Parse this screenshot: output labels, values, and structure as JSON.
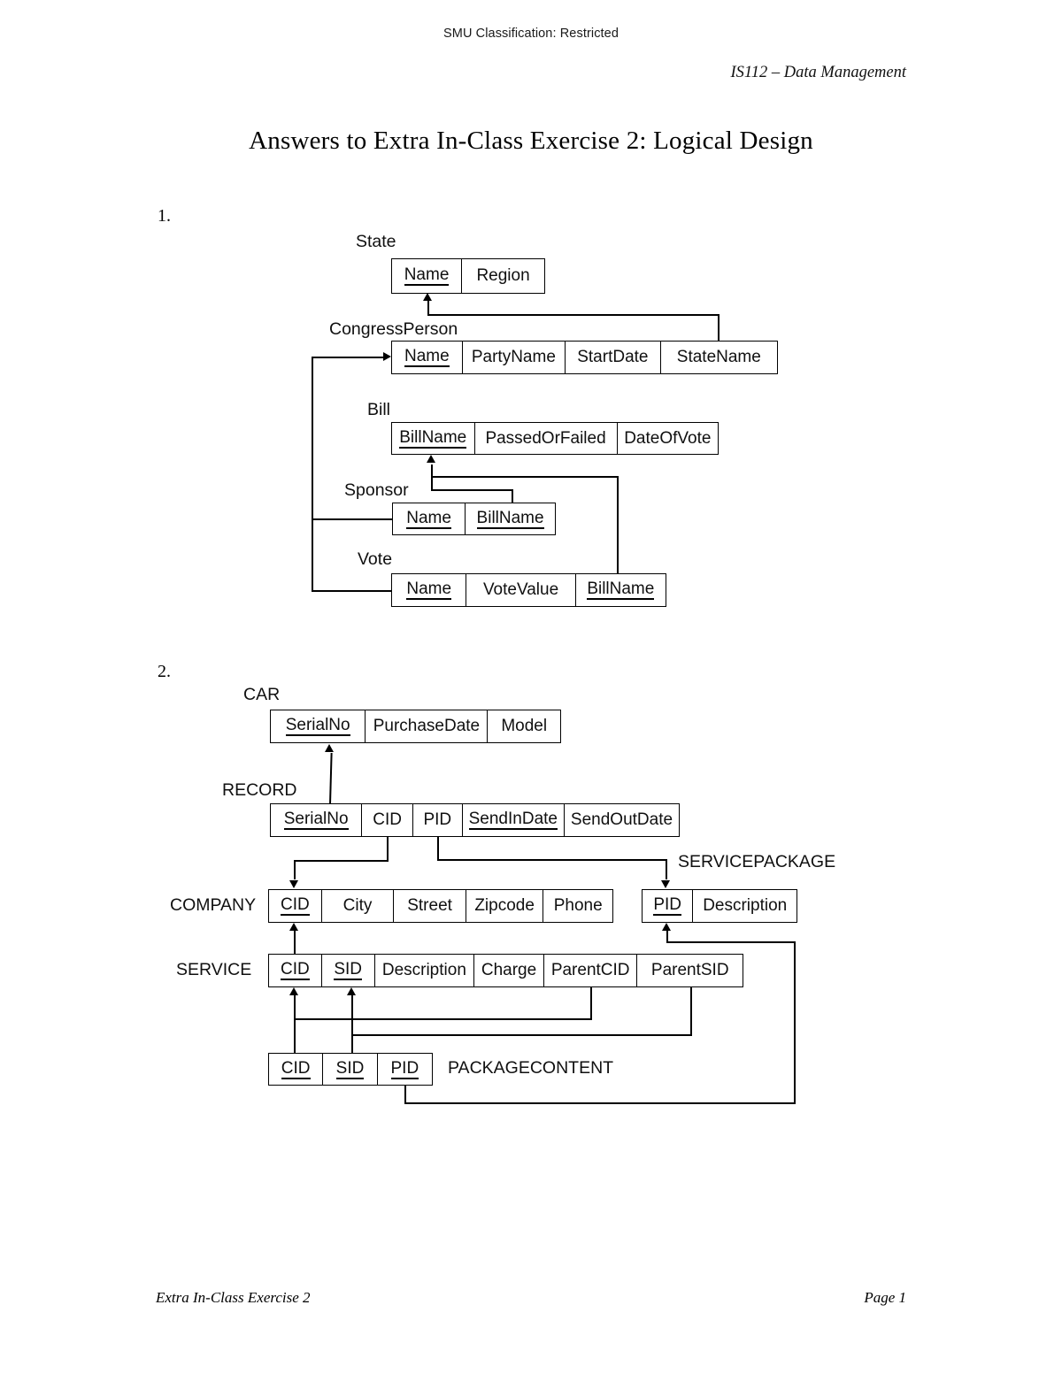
{
  "header": {
    "classification": "SMU Classification: Restricted",
    "course": "IS112 – Data Management"
  },
  "title": "Answers to Extra In-Class Exercise 2: Logical Design",
  "footer": {
    "left": "Extra In-Class Exercise 2",
    "right": "Page 1"
  },
  "questions": [
    {
      "number": "1."
    },
    {
      "number": "2."
    }
  ],
  "diagram1": {
    "relations": [
      {
        "name": "State",
        "attributes": [
          {
            "label": "Name",
            "pk": true
          },
          {
            "label": "Region",
            "pk": false
          }
        ]
      },
      {
        "name": "CongressPerson",
        "attributes": [
          {
            "label": "Name",
            "pk": true
          },
          {
            "label": "PartyName",
            "pk": false
          },
          {
            "label": "StartDate",
            "pk": false
          },
          {
            "label": "StateName",
            "pk": false
          }
        ]
      },
      {
        "name": "Bill",
        "attributes": [
          {
            "label": "BillName",
            "pk": true
          },
          {
            "label": "PassedOrFailed",
            "pk": false
          },
          {
            "label": "DateOfVote",
            "pk": false
          }
        ]
      },
      {
        "name": "Sponsor",
        "attributes": [
          {
            "label": "Name",
            "pk": true
          },
          {
            "label": "BillName",
            "pk": true
          }
        ]
      },
      {
        "name": "Vote",
        "attributes": [
          {
            "label": "Name",
            "pk": true
          },
          {
            "label": "VoteValue",
            "pk": false
          },
          {
            "label": "BillName",
            "pk": true
          }
        ]
      }
    ],
    "foreign_keys": [
      {
        "from": "CongressPerson.StateName",
        "to": "State.Name"
      },
      {
        "from": "Sponsor.BillName",
        "to": "Bill.BillName"
      },
      {
        "from": "Vote.BillName",
        "to": "Bill.BillName"
      },
      {
        "from": "Sponsor.Name",
        "to": "CongressPerson.Name"
      },
      {
        "from": "Vote.Name",
        "to": "CongressPerson.Name"
      }
    ]
  },
  "diagram2": {
    "relations": [
      {
        "name": "CAR",
        "attributes": [
          {
            "label": "SerialNo",
            "pk": true
          },
          {
            "label": "PurchaseDate",
            "pk": false
          },
          {
            "label": "Model",
            "pk": false
          }
        ]
      },
      {
        "name": "RECORD",
        "attributes": [
          {
            "label": "SerialNo",
            "pk": true
          },
          {
            "label": "CID",
            "pk": false
          },
          {
            "label": "PID",
            "pk": false
          },
          {
            "label": "SendInDate",
            "pk": true
          },
          {
            "label": "SendOutDate",
            "pk": false
          }
        ]
      },
      {
        "name": "COMPANY",
        "attributes": [
          {
            "label": "CID",
            "pk": true
          },
          {
            "label": "City",
            "pk": false
          },
          {
            "label": "Street",
            "pk": false
          },
          {
            "label": "Zipcode",
            "pk": false
          },
          {
            "label": "Phone",
            "pk": false
          }
        ]
      },
      {
        "name": "SERVICEPACKAGE",
        "attributes": [
          {
            "label": "PID",
            "pk": true
          },
          {
            "label": "Description",
            "pk": false
          }
        ]
      },
      {
        "name": "SERVICE",
        "attributes": [
          {
            "label": "CID",
            "pk": true
          },
          {
            "label": "SID",
            "pk": true
          },
          {
            "label": "Description",
            "pk": false
          },
          {
            "label": "Charge",
            "pk": false
          },
          {
            "label": "ParentCID",
            "pk": false
          },
          {
            "label": "ParentSID",
            "pk": false
          }
        ]
      },
      {
        "name": "PACKAGECONTENT",
        "attributes": [
          {
            "label": "CID",
            "pk": true
          },
          {
            "label": "SID",
            "pk": true
          },
          {
            "label": "PID",
            "pk": true
          }
        ]
      }
    ],
    "foreign_keys": [
      {
        "from": "RECORD.SerialNo",
        "to": "CAR.SerialNo"
      },
      {
        "from": "RECORD.CID",
        "to": "COMPANY.CID"
      },
      {
        "from": "RECORD.PID",
        "to": "SERVICEPACKAGE.PID"
      },
      {
        "from": "SERVICE.CID",
        "to": "COMPANY.CID"
      },
      {
        "from": "SERVICE.ParentCID",
        "to": "SERVICE.CID"
      },
      {
        "from": "SERVICE.ParentSID",
        "to": "SERVICE.SID"
      },
      {
        "from": "PACKAGECONTENT.CID",
        "to": "SERVICE.CID"
      },
      {
        "from": "PACKAGECONTENT.SID",
        "to": "SERVICE.SID"
      },
      {
        "from": "PACKAGECONTENT.PID",
        "to": "SERVICEPACKAGE.PID"
      }
    ]
  }
}
